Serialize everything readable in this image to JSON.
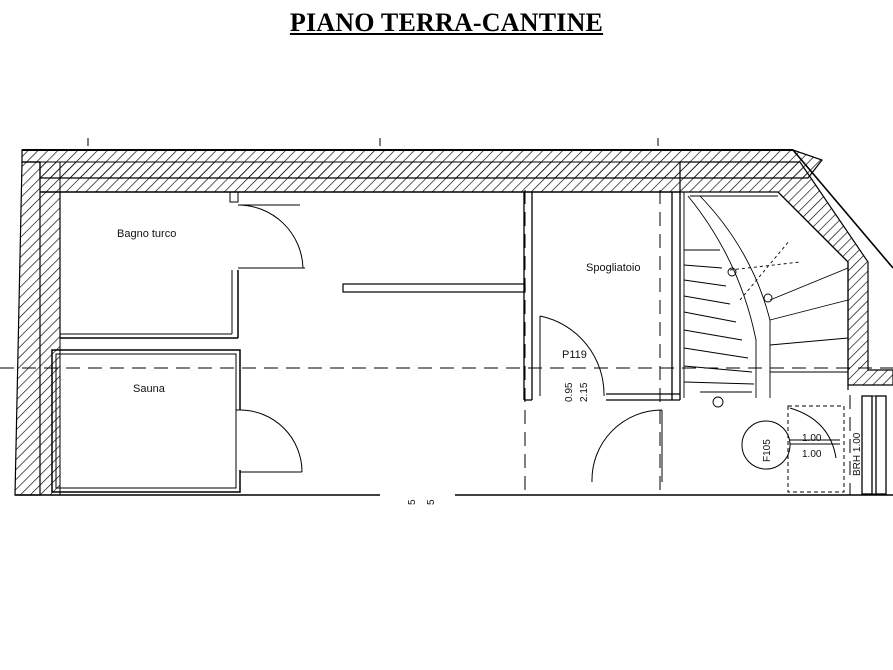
{
  "title": "PIANO TERRA-CANTINE",
  "rooms": {
    "bagno_turco": "Bagno turco",
    "sauna": "Sauna",
    "spogliatoio": "Spogliatoio"
  },
  "labels": {
    "door_p119": "P119",
    "dim_095": "0.95",
    "dim_215": "2.15",
    "window_f105": "F105",
    "dim_100_a": "1.00",
    "dim_100_b": "1.00",
    "brh": "BRH 1.00",
    "bottom_5a": "5",
    "bottom_5b": "5"
  }
}
